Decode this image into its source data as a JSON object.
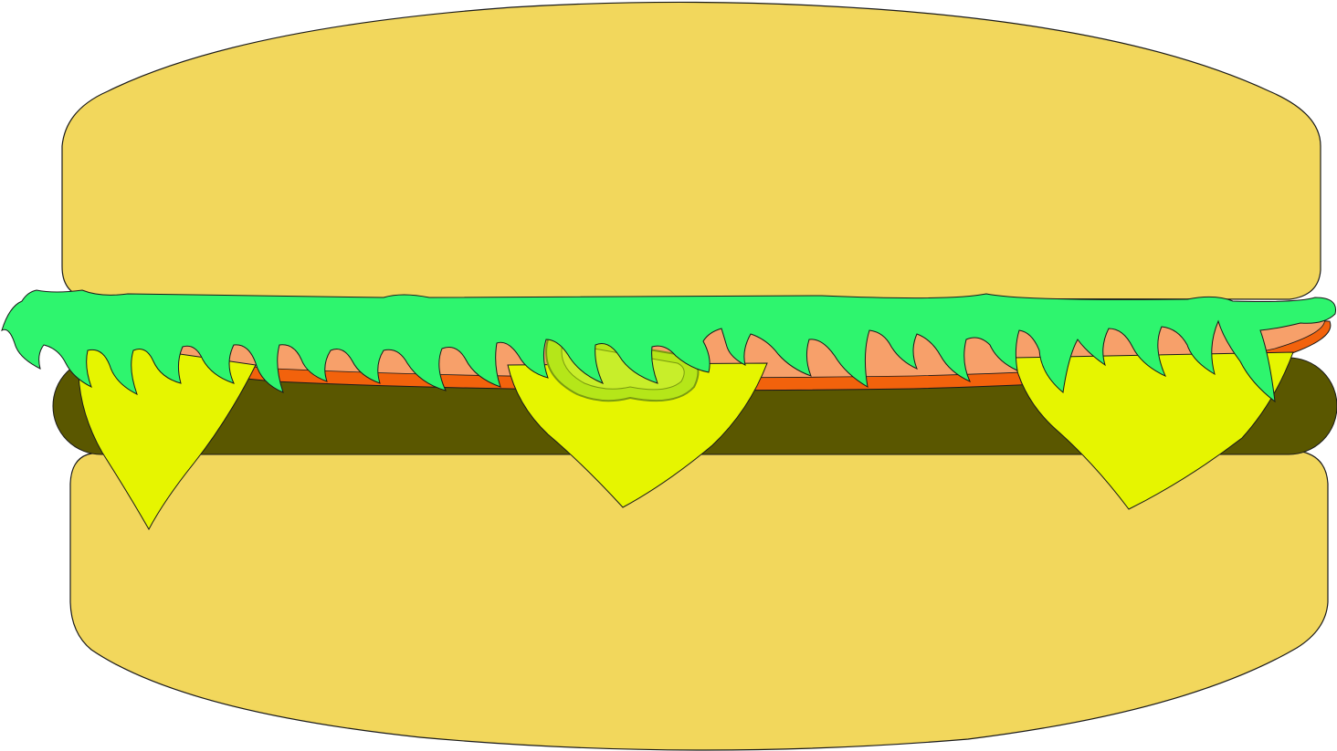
{
  "illustration": {
    "subject": "hamburger",
    "layers": [
      {
        "name": "top-bun",
        "color": "#F2D75C"
      },
      {
        "name": "lettuce",
        "color": "#2EF56E"
      },
      {
        "name": "tomato",
        "color": "#F7A06A"
      },
      {
        "name": "tomato-rim",
        "color": "#F2620C"
      },
      {
        "name": "cheese",
        "color": "#E6F500"
      },
      {
        "name": "patty",
        "color": "#5A5700"
      },
      {
        "name": "bottom-bun",
        "color": "#F2D75C"
      }
    ],
    "outline_color": "#1a1a1a",
    "pickle_color": "#B5E619"
  }
}
